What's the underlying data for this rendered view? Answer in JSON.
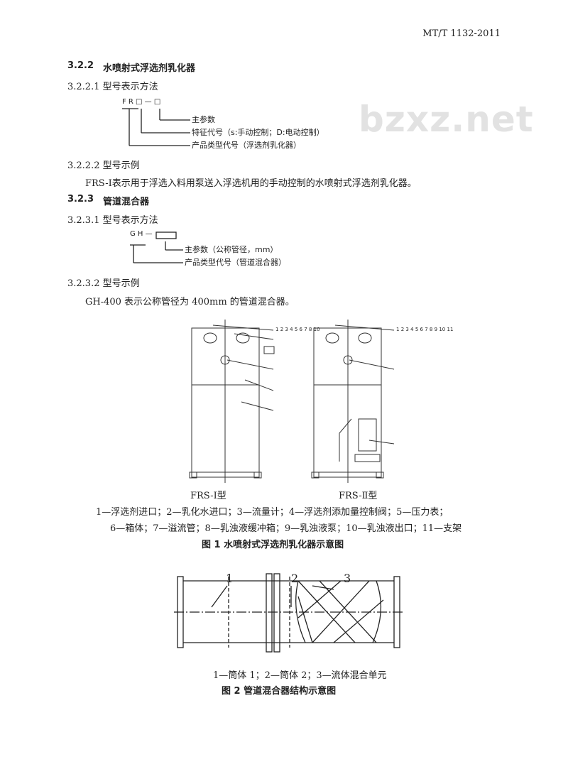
{
  "header": {
    "standard_no": "MT/T 1132-2011"
  },
  "watermark": "bzxz.net",
  "s322": {
    "num": "3.2.2",
    "title": "水喷射式浮选剂乳化器",
    "s1": "3.2.2.1 型号表示方法",
    "code": "F R □ — □",
    "code_labels": [
      "主参数",
      "特征代号（s:手动控制；D:电动控制）",
      "产品类型代号（浮选剂乳化器）"
    ],
    "s2": "3.2.2.2 型号示例",
    "example": "FRS-Ⅰ表示用于浮选入料用泵送入浮选机用的手动控制的水喷射式浮选剂乳化器。"
  },
  "s323": {
    "num": "3.2.3",
    "title": "管道混合器",
    "s1": "3.2.3.1 型号表示方法",
    "code": "G H —",
    "code_labels": [
      "主参数（公称管径，mm）",
      "产品类型代号（管道混合器）"
    ],
    "s2": "3.2.3.2 型号示例",
    "example": "GH-400 表示公称管径为 400mm 的管道混合器。"
  },
  "fig1": {
    "left_label": "FRS-Ⅰ型",
    "right_label": "FRS-Ⅱ型",
    "left_callouts": [
      "1",
      "2",
      "3",
      "4",
      "5",
      "6",
      "7",
      "8",
      "10"
    ],
    "right_callouts": [
      "1",
      "2",
      "3",
      "4",
      "5",
      "6",
      "7",
      "8",
      "9",
      "10",
      "11"
    ],
    "legend1": "1—浮选剂进口；2—乳化水进口；3—流量计；4—浮选剂添加量控制阀；5—压力表；",
    "legend2": "6—箱体；7—溢流管；8—乳浊液缓冲箱；9—乳浊液泵；10—乳浊液出口；11—支架",
    "caption": "图 1  水喷射式浮选剂乳化器示意图"
  },
  "fig2": {
    "callouts": [
      "1",
      "2",
      "3"
    ],
    "legend": "1—筒体 1；2—筒体 2；3—流体混合单元",
    "caption": "图 2   管道混合器结构示意图"
  }
}
